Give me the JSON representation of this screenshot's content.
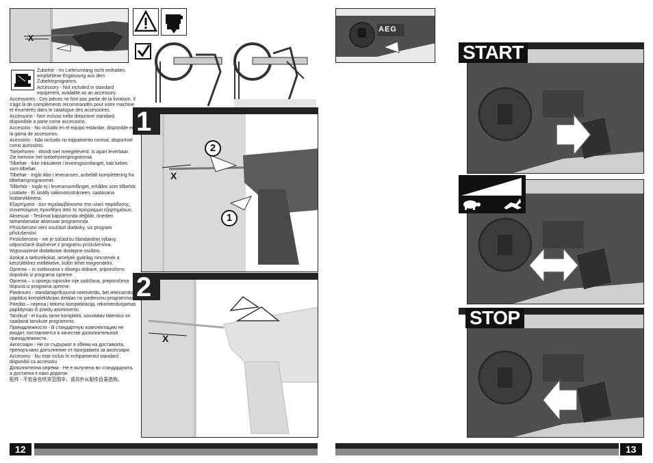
{
  "page_left": {
    "number": "12"
  },
  "page_right": {
    "number": "13"
  },
  "accessory_text": [
    "Zubehör - Im Lieferumfang nicht enthalten, empfohlene Ergänzung aus dem Zubehörprogramm.",
    "Accessory - Not included in standard equipment, available as an accessory.",
    "Accessoires - Ces pièces ne font pas partie de la livraison. Il s'agit là de compléments recommandés pour votre machine et énumérés dans le catalogue des accessoires.",
    "Accessorio - Non incluso nella dotazione standard, disponibile a parte come accessorio.",
    "Accesorio - No incluido en el equipo estándar, disponible en la gama de accesorios.",
    "Acessório - Não incluido no eqipamento normal, disponível como acessório.",
    "Toebehoren - Wordt niet meegeleverd. Is apart leverbaar. Zie hiervoor het toebehorenprogramma.",
    "Tilbehør - Ikke inkluderet i leveringsomfanget, kab kebes som tilbehør.",
    "Tilbehør - Ingår ikke i leveransen, anbefalt komplettering fra tilbehørsprogrammet.",
    "Tillbehör - Ingår ej i leveransomfånget, erhålles som tillbehör.",
    "Lisälaite - Ei sisälly vakiovarustukseen, saatavana lisätarvikkeena.",
    "Εξαρτήματα - Δεν περιλαμβάνονται στο υλικό παράδοσης, συνιστούμενη προσθήκη από το πρόγραμμα εξαρτημάτων.",
    "Aksesuar - Teslimat kapsamında değildir, önerilen tamamlamalar aksesuar programında.",
    "Příslušenství není součástí dodávky, viz program příslušenství.",
    "Príslušenstvo - nie je súčasťou štandardnej výbavy, odporúčané doplnenie z programu príslušenstva.",
    "Wyposażenie dodatkowe dostępne osobno.",
    "Azokat a tartozékokat, amelyek gyárilag nincsenek a készülékhez mellékelve, külön lehet megrendelni.",
    "Oprema – ni vsebovana v obsegu dobave, priporočeno dopolnilo iz programa opreme.",
    "Oprema – u opsegu isporuke nije sadržana, preporučena dopuna iz programa opreme.",
    "Piederumi - standartaprīkojumā neietvertās, bet ieteicamās papildus komplektācijas detaļas no piederumu programmas.",
    "Priedas – nejeina į tiekimo komplektaciją, rekomenduojamas papildymas iš priedų asortimento.",
    "Tarvikud - ei kuulu tarne komplekti, soovitatav täiendus on saadaval tarvikute programmis.",
    "Принадлежности - В стандартную комплектацию не входит, поставляется в качестве дополнительной принадлежности.",
    "Аксесоари - Не се съдържат в обема на доставката, препоръчано допълнение от програмата за аксесоари.",
    "Accesoriu - Nu este inclus în echipamentul standard , disponibil ca accesoriu",
    "Дополнителна опрема - Не е вклучена во стандардната, а достапна е како додаток.",
    "配件 - 不包含在供货范围中，请另外从配件目录选购。"
  ],
  "steps": {
    "step1": "1",
    "step2": "2",
    "callout1": "1",
    "callout2": "2"
  },
  "labels": {
    "start": "START",
    "stop": "STOP",
    "brand": "AEG",
    "dimension": "X"
  },
  "icons": {
    "warning": "warning-triangle-icon",
    "read_manual": "read-manual-icon",
    "accessory": "accessory-icon",
    "check": "check-mark-icon",
    "slow": "turtle-icon",
    "fast": "rabbit-icon"
  },
  "colors": {
    "dark": "#222222",
    "gray": "#8a8a8a",
    "concrete": "#d9d9d9",
    "tool": "#5c5c5c"
  }
}
